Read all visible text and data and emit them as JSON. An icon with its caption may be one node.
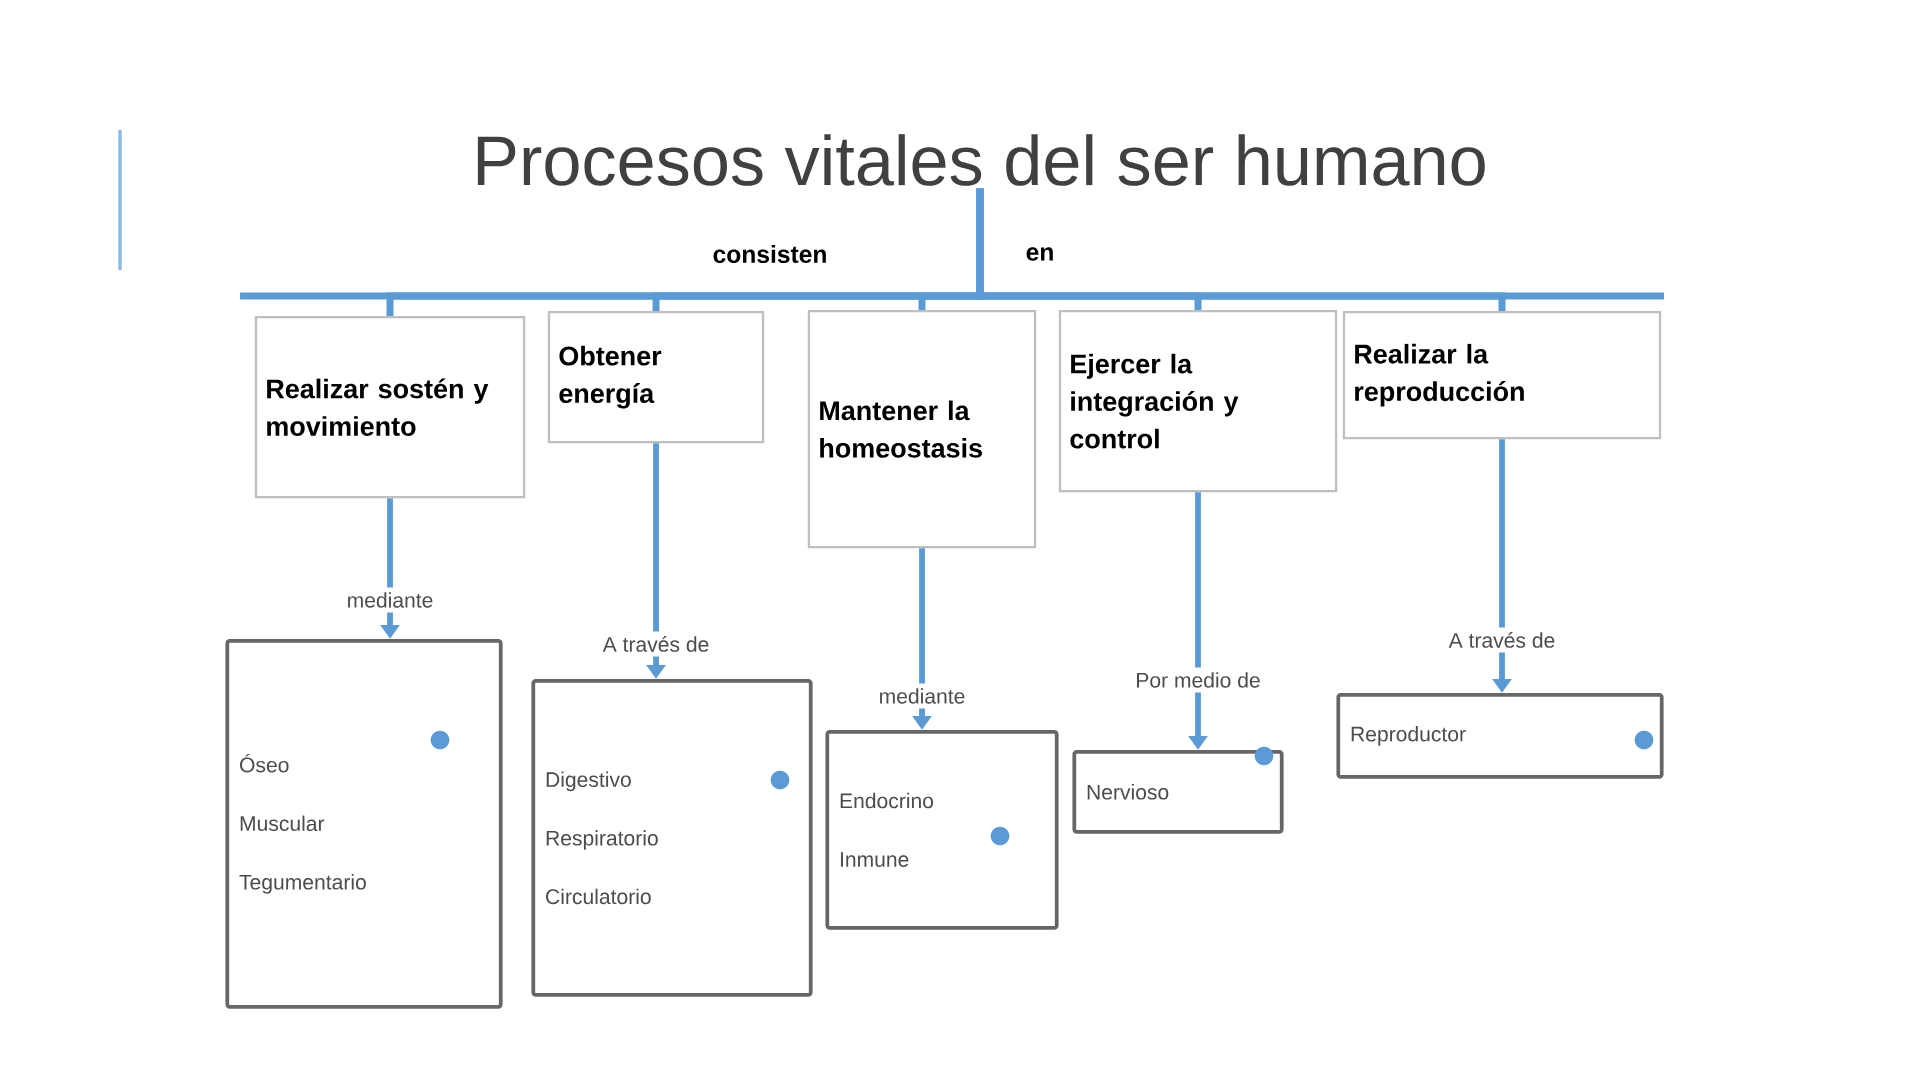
{
  "diagram": {
    "nodes": [
      {
        "text": [
          "Procesos vitales del ser humano"
        ]
      },
      {
        "text": [
          "Realizar sostén y movimiento"
        ]
      },
      {
        "text": [
          "Obtener energía"
        ]
      },
      {
        "text": [
          "Mantener la homeostasis"
        ]
      },
      {
        "text": [
          "Ejercer la integración y control"
        ]
      },
      {
        "text": [
          "Realizar la reproducción"
        ]
      },
      {
        "text": [
          "Óseo",
          "Muscular",
          "Tegumentario"
        ]
      },
      {
        "text": [
          "Digestivo",
          "Respiratorio",
          "Circulatorio"
        ]
      },
      {
        "text": [
          "Endocrino",
          "Inmune"
        ]
      },
      {
        "text": [
          "Nervioso"
        ]
      },
      {
        "text": [
          "Reproductor"
        ]
      }
    ],
    "edges": [
      {
        "from": 0,
        "to": 1,
        "arrow": "none"
      },
      {
        "from": 0,
        "to": 2,
        "arrow": "none"
      },
      {
        "from": 0,
        "to": 3,
        "arrow": "none"
      },
      {
        "from": 0,
        "to": 4,
        "arrow": "none"
      },
      {
        "from": 0,
        "to": 5,
        "arrow": "none"
      },
      {
        "from": 1,
        "to": 6,
        "arrow": "to",
        "label": "mediante"
      },
      {
        "from": 2,
        "to": 7,
        "arrow": "to",
        "label": "A través de"
      },
      {
        "from": 3,
        "to": 8,
        "arrow": "to",
        "label": "mediante"
      },
      {
        "from": 4,
        "to": 9,
        "arrow": "to",
        "label": "Por medio de"
      },
      {
        "from": 5,
        "to": 10,
        "arrow": "to",
        "label": "A través de"
      }
    ],
    "labels": [
      "consisten",
      "en"
    ]
  }
}
